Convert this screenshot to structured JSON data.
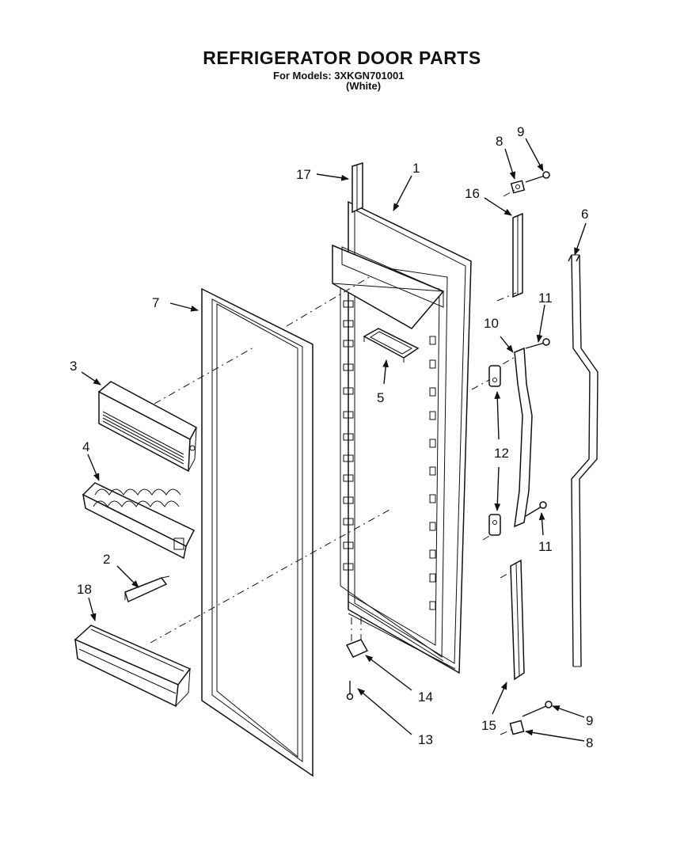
{
  "header": {
    "title": "REFRIGERATOR DOOR PARTS",
    "models_line": "For Models: 3XKGN701001",
    "color_line": "(White)"
  },
  "callouts": {
    "c1": "1",
    "c2": "2",
    "c3": "3",
    "c4": "4",
    "c5": "5",
    "c6": "6",
    "c7": "7",
    "c8a": "8",
    "c8b": "8",
    "c9a": "9",
    "c9b": "9",
    "c10": "10",
    "c11a": "11",
    "c11b": "11",
    "c12": "12",
    "c13": "13",
    "c14": "14",
    "c15": "15",
    "c16": "16",
    "c17": "17",
    "c18": "18"
  }
}
